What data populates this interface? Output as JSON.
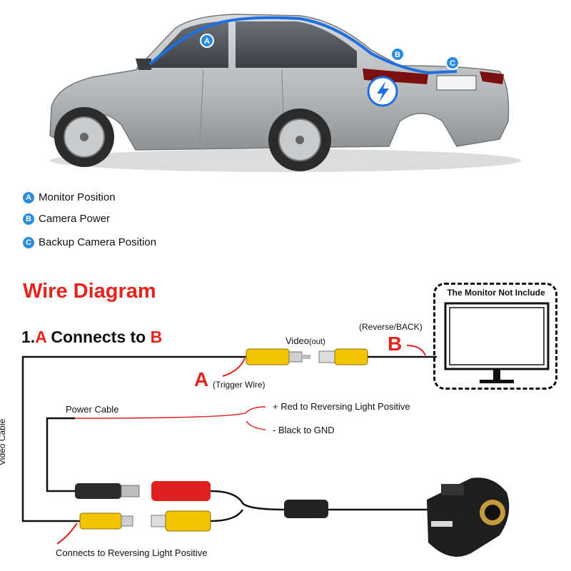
{
  "legend": {
    "items": [
      {
        "badge": "A",
        "label": "Monitor Position"
      },
      {
        "badge": "B",
        "label": "Camera Power"
      },
      {
        "badge": "C",
        "label": "Backup Camera Position"
      }
    ]
  },
  "car_markers": [
    "A",
    "B",
    "C"
  ],
  "wire_diagram": {
    "title": "Wire Diagram",
    "step": {
      "prefix": "1.",
      "a": "A",
      "middle": " Connects to ",
      "b": "B"
    },
    "video_out": "Video",
    "video_out_suffix": "(out)",
    "reverse_back": "(Reverse/BACK)",
    "marker_b": "B",
    "marker_a": "A",
    "trigger_wire": "(Trigger Wire)",
    "monitor_note": "The Monitor Not Include",
    "power_cable": "Power Cable",
    "red_note": "+ Red to Reversing Light Positive",
    "black_note": "- Black to GND",
    "video_cable": "Video Cable",
    "connects_note": "Connects to Reversing Light Positive"
  },
  "colors": {
    "accent_red": "#e8221c",
    "badge_blue": "#2b8be0",
    "rca_yellow": "#f2c500",
    "rca_red": "#e02020"
  }
}
